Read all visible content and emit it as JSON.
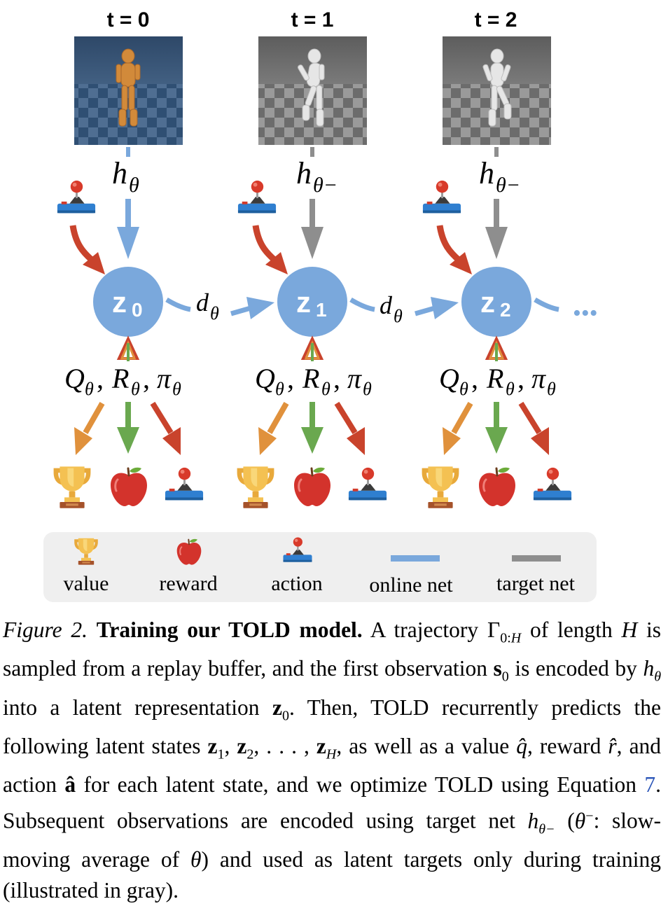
{
  "diagram": {
    "time_steps": [
      "t = 0",
      "t = 1",
      "t = 2"
    ],
    "encoders": [
      {
        "base": "h",
        "sub": "θ"
      },
      {
        "base": "h",
        "sub": "θ−"
      },
      {
        "base": "h",
        "sub": "θ−"
      }
    ],
    "latents": [
      {
        "base": "z",
        "sub": "0"
      },
      {
        "base": "z",
        "sub": "1"
      },
      {
        "base": "z",
        "sub": "2"
      }
    ],
    "dynamics": {
      "base": "d",
      "sub": "θ"
    },
    "heads": {
      "q": "Q",
      "r": "R",
      "pi": "π",
      "sub": "θ",
      "sep": ","
    },
    "ellipsis": "•••",
    "colors": {
      "online": "#7aa8dc",
      "target": "#8e8e8e",
      "action_arrow": "#c9432c",
      "value_arrow": "#e0913c",
      "reward_arrow": "#6aa84f",
      "node": "#7aa8dc"
    }
  },
  "legend": {
    "items": [
      {
        "label": "value",
        "icon": "trophy-icon"
      },
      {
        "label": "reward",
        "icon": "apple-icon"
      },
      {
        "label": "action",
        "icon": "joystick-icon"
      },
      {
        "label": "online net",
        "icon": "blue-line"
      },
      {
        "label": "target net",
        "icon": "gray-line"
      }
    ]
  },
  "caption": {
    "fig_label": "Figure 2.",
    "title": "Training our TOLD model.",
    "t1": "A trajectory",
    "Gamma": "Γ",
    "Gamma_sub": "0:",
    "Gamma_sub_H": "H",
    "t2": "of length",
    "H": "H",
    "t3": "is sampled from a replay buffer, and the first observation",
    "s": "s",
    "s_sub": "0",
    "t4": "is encoded by",
    "h": "h",
    "h_sub": "θ",
    "t5": "into a latent representation",
    "z": "z",
    "z0_sub": "0",
    "t6": ". Then, TOLD recurrently predicts the following latent states",
    "z1_sub": "1",
    "comma": ",",
    "z2_sub": "2",
    "dots": ", . . . ,",
    "zH_sub": "H",
    "t7": ", as well as a value",
    "qhat": "q̂",
    "t8": ", reward",
    "rhat": "r̂",
    "t9": ", and action",
    "ahat": "â",
    "t10": "for each latent state, and we optimize TOLD using Equation",
    "eq_ref": "7",
    "t11": ". Subsequent observations are encoded using target net",
    "hminus_sub": "θ−",
    "t12": "(",
    "theta_minus": "θ",
    "minus_sup": "−",
    "t13": ": slow-moving average of",
    "theta": "θ",
    "t14": ") and used as latent targets only during training (illustrated in gray)."
  }
}
